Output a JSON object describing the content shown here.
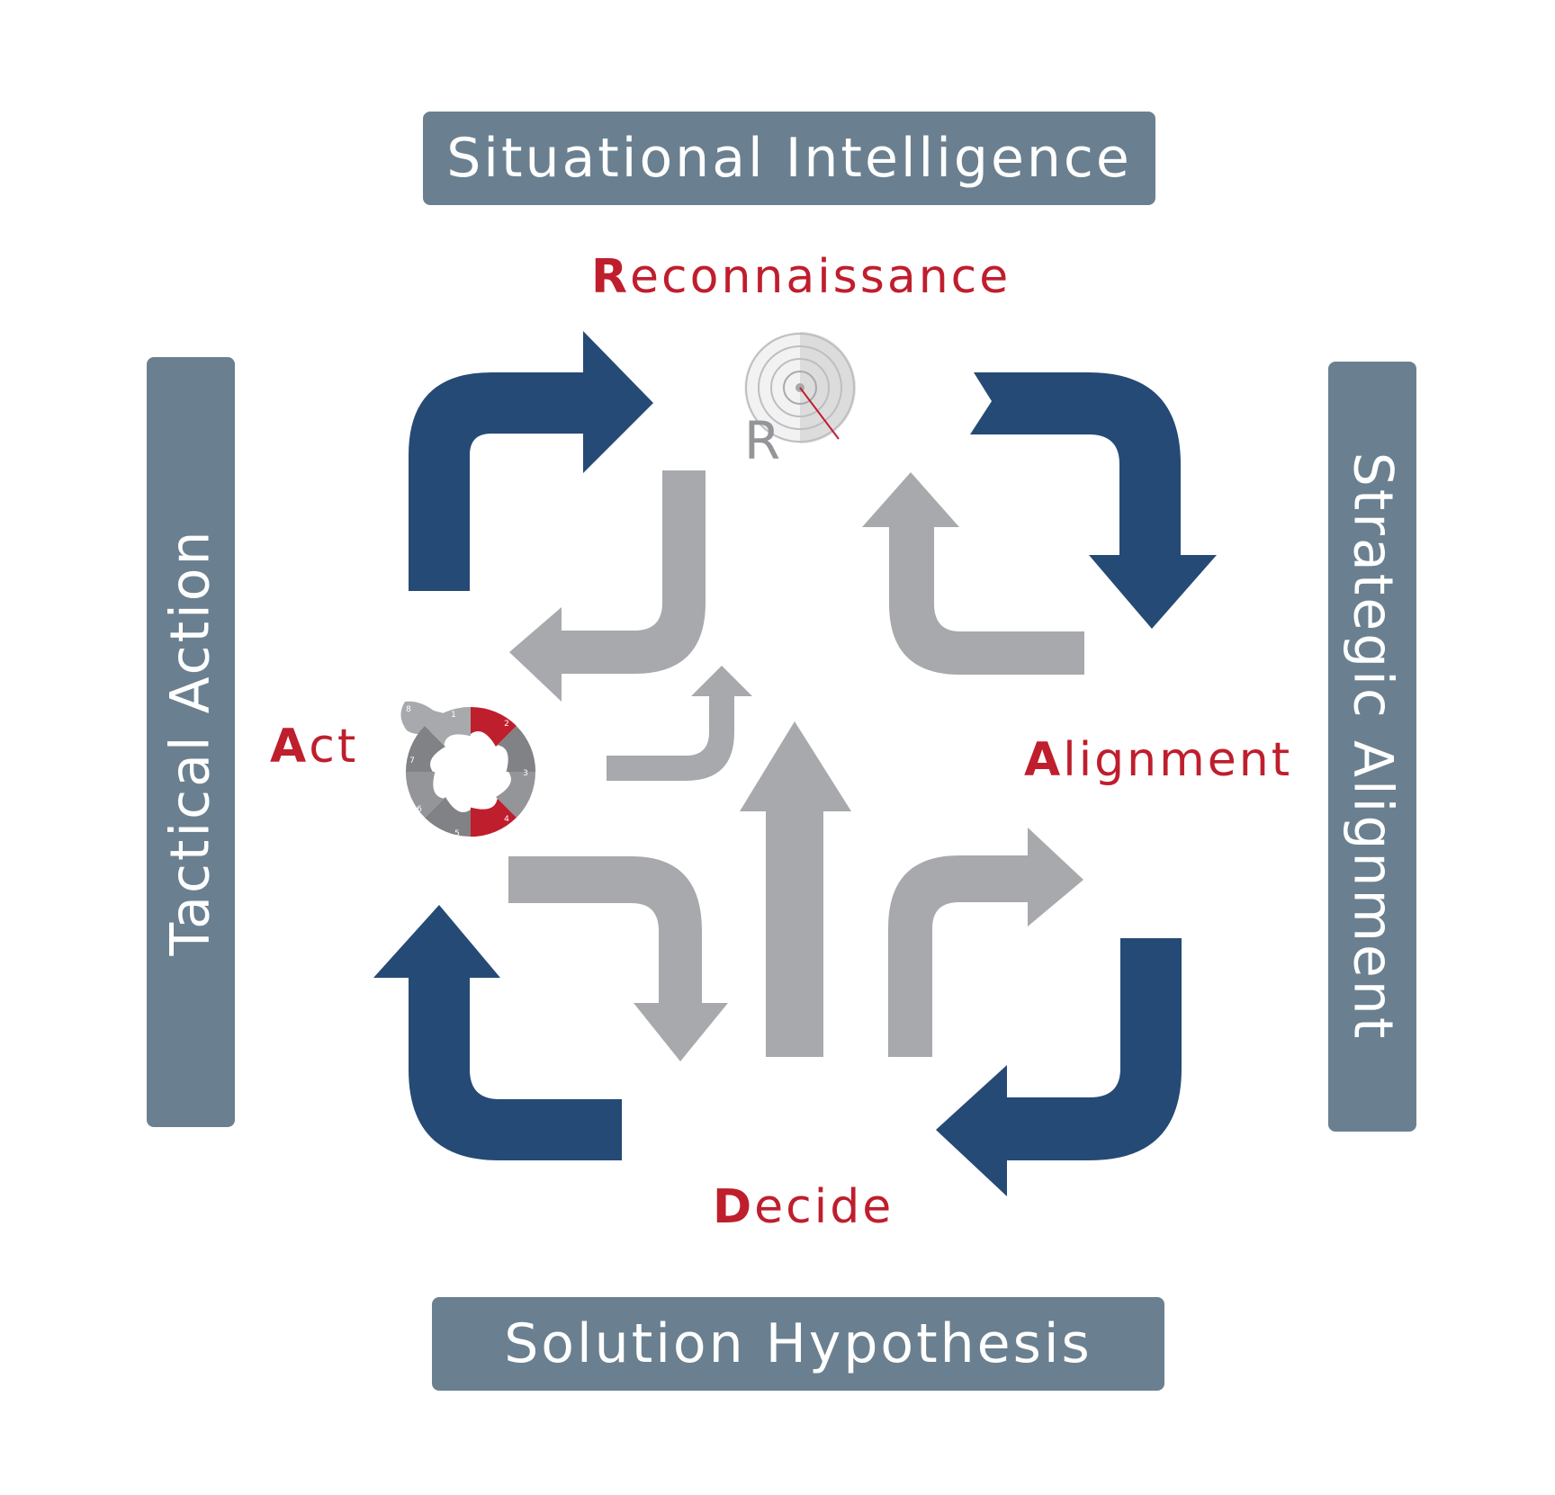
{
  "pillars": {
    "top": "Situational Intelligence",
    "bottom": "Solution Hypothesis",
    "left": "Tactical Action",
    "right": "Strategic Alignment"
  },
  "stages": {
    "reconnaissance": {
      "initial": "R",
      "rest": "econnaissance"
    },
    "alignment": {
      "initial": "A",
      "rest": "lignment"
    },
    "decide": {
      "initial": "D",
      "rest": "ecide"
    },
    "act": {
      "initial": "A",
      "rest": "ct"
    }
  },
  "logo": {
    "letter": "R"
  },
  "cycle_icon": {
    "segment_numbers": [
      "1",
      "2",
      "3",
      "4",
      "5",
      "6",
      "7",
      "8"
    ]
  },
  "colors": {
    "navy": "#254a75",
    "gray": "#a7a9ac",
    "pillar": "#6a8090",
    "accent_red": "#bf1e2d"
  },
  "icons": {
    "center": "target-icon",
    "act": "cycle-icon"
  }
}
